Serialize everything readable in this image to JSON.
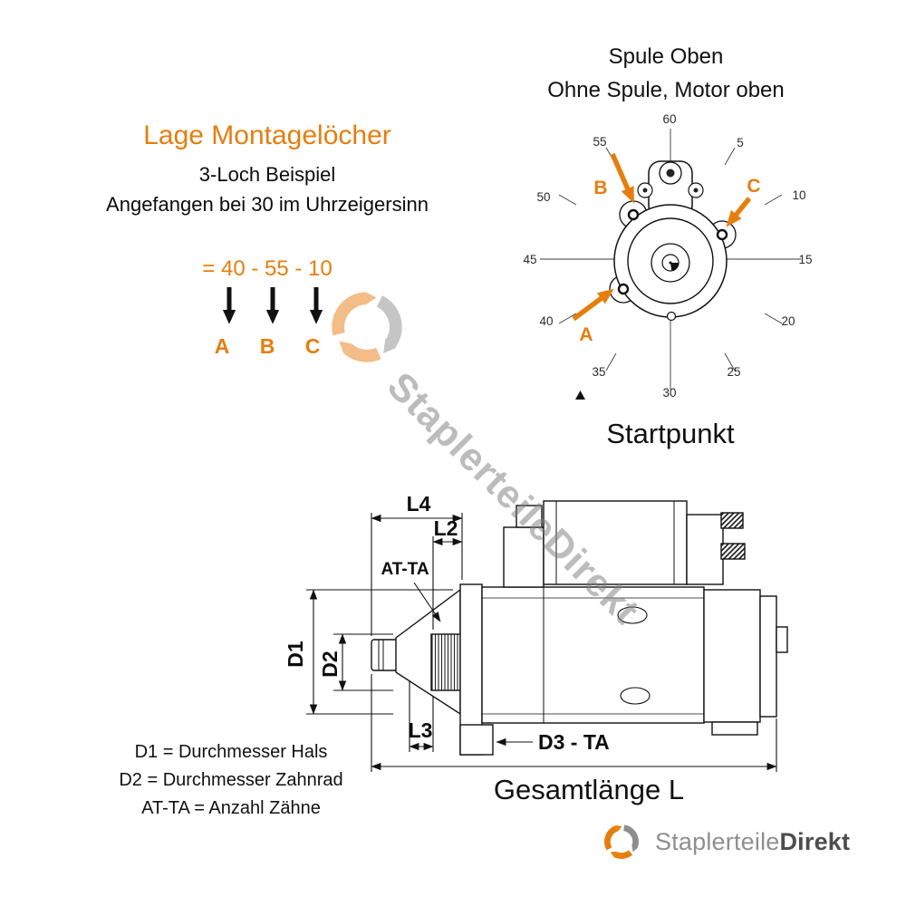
{
  "colors": {
    "accent_orange": "#E67E0F",
    "line_black": "#111111",
    "gray": "#8f8f8f"
  },
  "top_left": {
    "title": "Lage Montagelöcher",
    "line1": "3-Loch Beispiel",
    "line2": "Angefangen bei 30 im Uhrzeigersinn",
    "example": "= 40 - 55 - 10",
    "letters": [
      "A",
      "B",
      "C"
    ]
  },
  "top_right": {
    "heading_line1": "Spule Oben",
    "heading_line2": "Ohne Spule, Motor oben",
    "dial": [
      "60",
      "5",
      "10",
      "15",
      "20",
      "25",
      "30",
      "35",
      "40",
      "45",
      "50",
      "55"
    ],
    "hole_a": "A",
    "hole_b": "B",
    "hole_c": "C",
    "caption": "Startpunkt"
  },
  "side_view": {
    "l4": "L4",
    "l2": "L2",
    "at_ta": "AT-TA",
    "d1": "D1",
    "d2": "D2",
    "l3": "L3",
    "d3": "D3 - TA",
    "total_label": "Gesamtlänge L"
  },
  "legend": [
    "D1 = Durchmesser Hals",
    "D2 = Durchmesser Zahnrad",
    "AT-TA = Anzahl Zähne"
  ],
  "watermark": "StaplerteileDirekt",
  "brand": {
    "name_light": "Staplerteile",
    "name_bold": "Direkt"
  }
}
